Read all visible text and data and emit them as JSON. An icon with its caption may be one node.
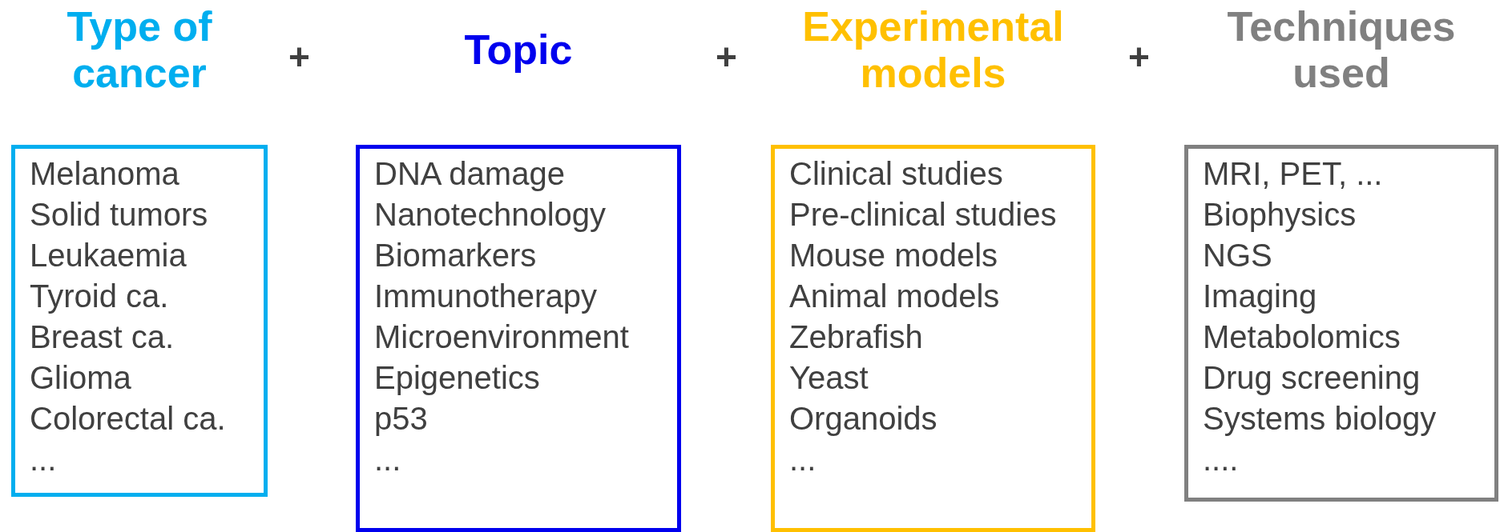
{
  "diagram": {
    "nodes": [
      {
        "text": [
          "Type of cancer",
          "Melanoma",
          "Solid tumors",
          "Leukaemia",
          "Tyroid ca.",
          "Breast ca.",
          "Glioma",
          "Colorectal ca.",
          "..."
        ]
      },
      {
        "text": [
          "Topic",
          "DNA damage",
          "Nanotechnology",
          "Biomarkers",
          "Immunotherapy",
          "Microenvironment",
          "Epigenetics",
          "p53",
          "..."
        ]
      },
      {
        "text": [
          "Experimental models",
          "Clinical studies",
          "Pre-clinical studies",
          "Mouse models",
          "Animal models",
          "Zebrafish",
          "Yeast",
          "Organoids",
          "..."
        ]
      },
      {
        "text": [
          "Techniques used",
          "MRI, PET, ...",
          "Biophysics",
          "NGS",
          "Imaging",
          "Metabolomics",
          "Drug screening",
          "Systems biology",
          "...."
        ]
      }
    ],
    "edges": [],
    "labels": [
      "+",
      "+",
      "+"
    ]
  }
}
